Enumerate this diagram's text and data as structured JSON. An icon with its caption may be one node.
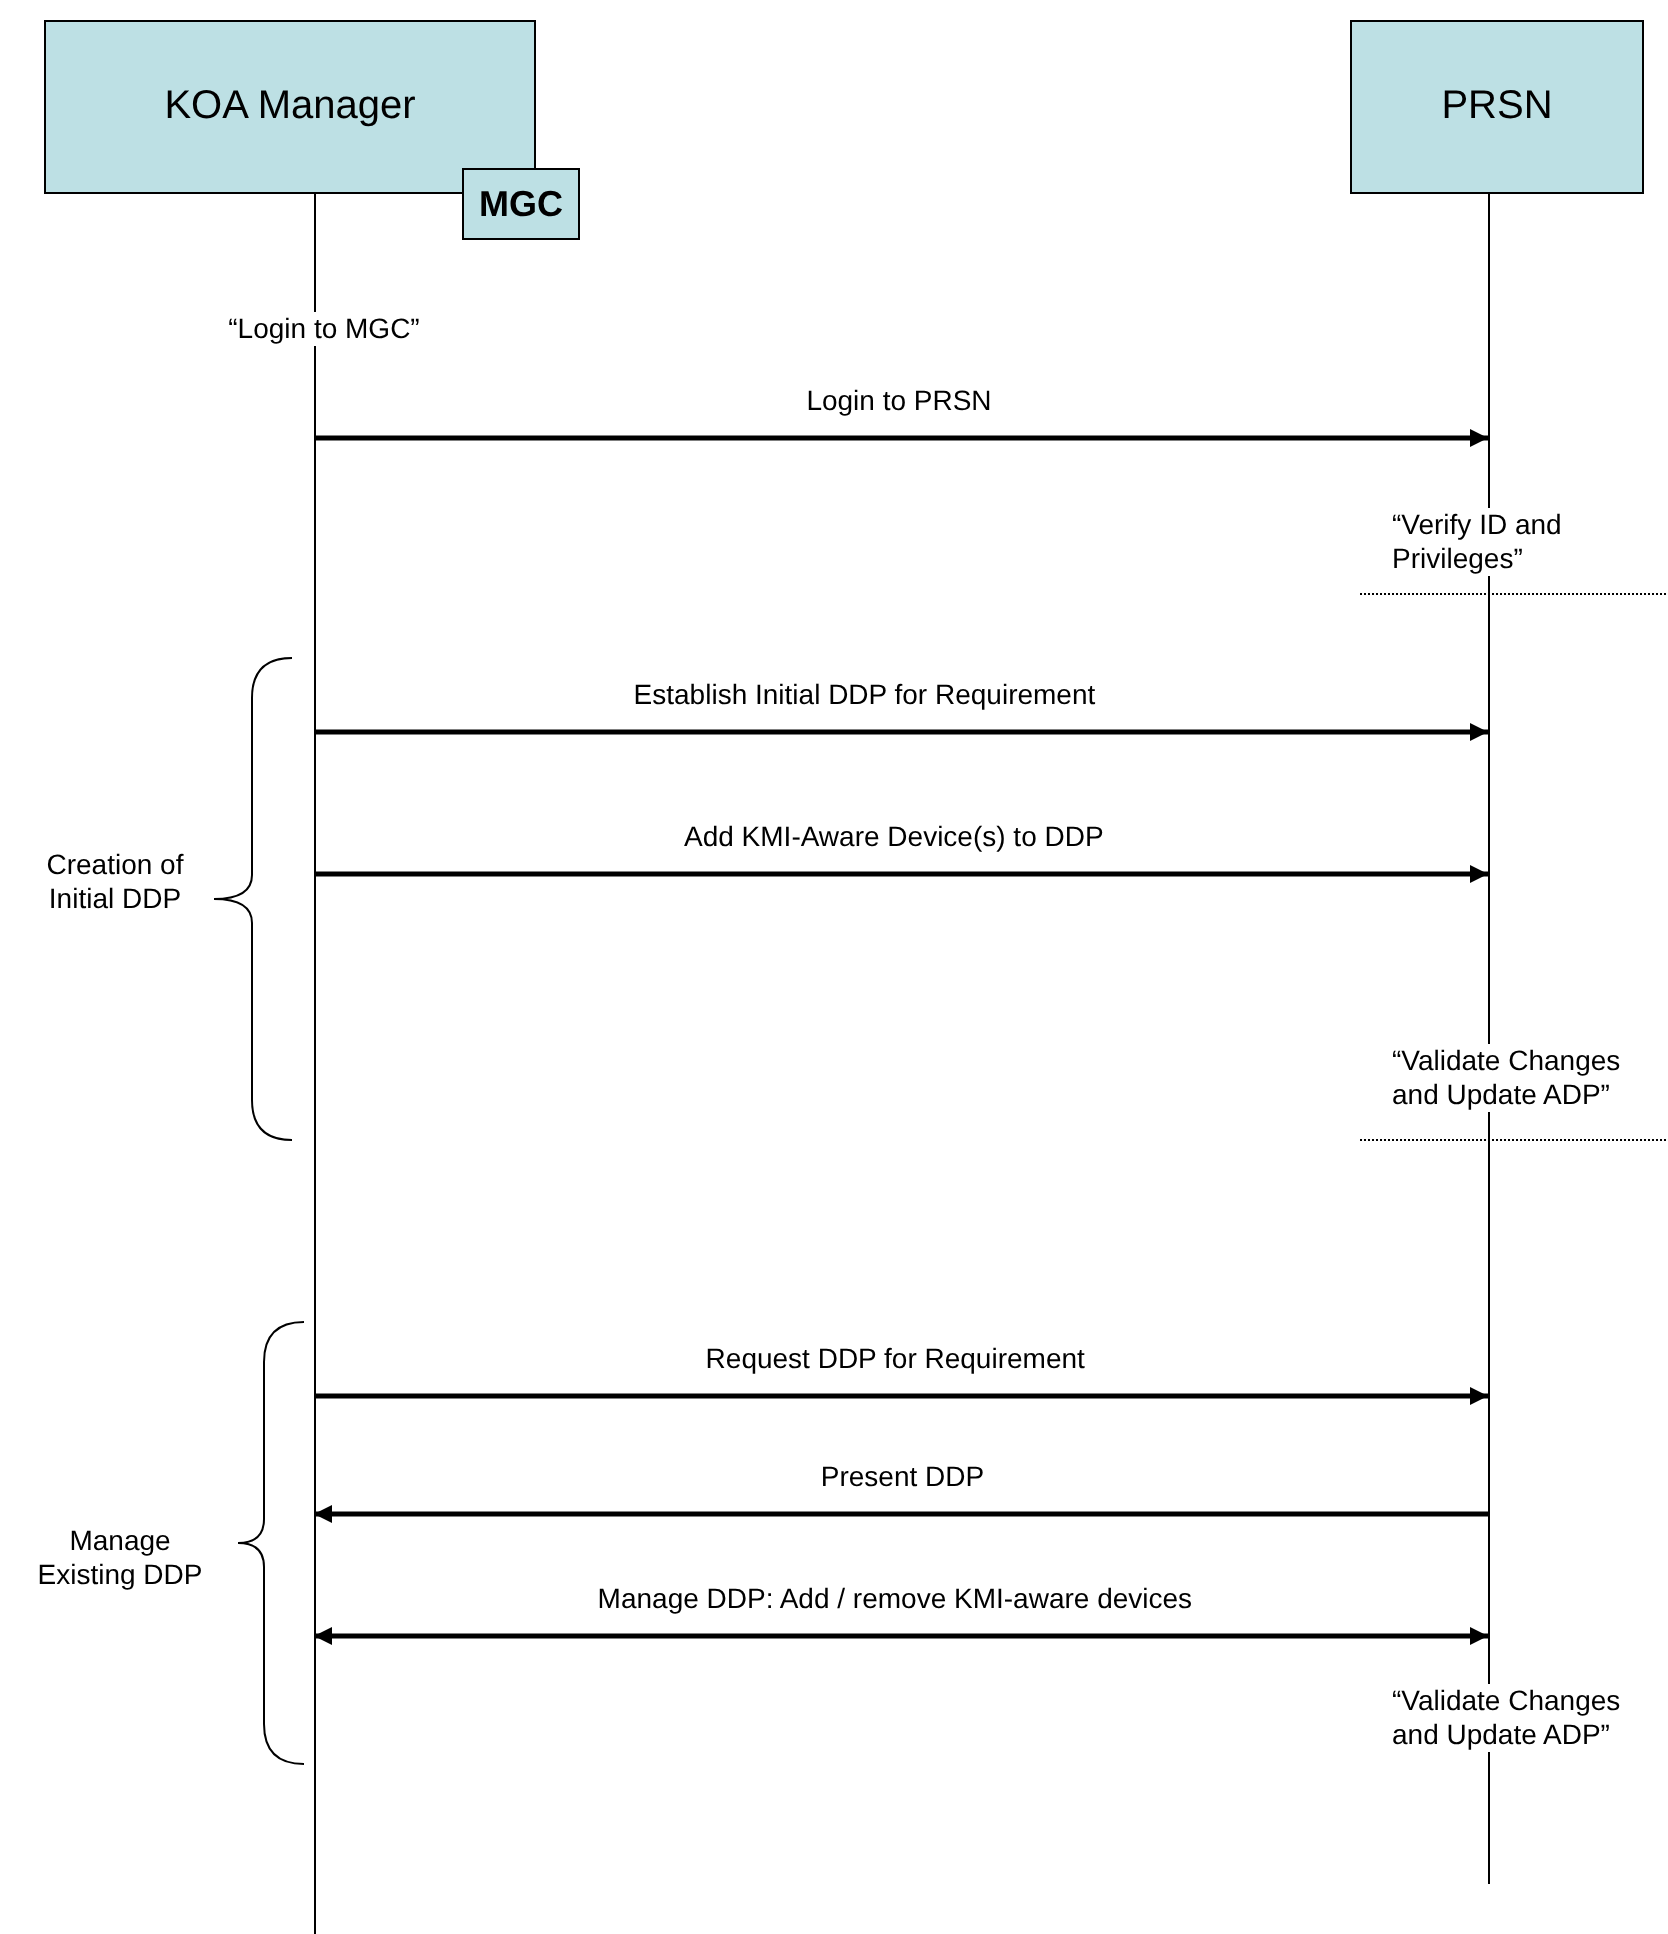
{
  "diagram": {
    "nodes": [
      {
        "text": [
          "KOA Manager"
        ]
      },
      {
        "text": [
          "MGC"
        ]
      },
      {
        "text": [
          "PRSN"
        ]
      }
    ],
    "edges": [
      {
        "from": 0,
        "to": 2,
        "arrow": "to",
        "label": "Login to PRSN"
      },
      {
        "from": 0,
        "to": 2,
        "arrow": "to",
        "label": "Establish Initial DDP for Requirement"
      },
      {
        "from": 0,
        "to": 2,
        "arrow": "to",
        "label": "Add KMI-Aware Device(s) to DDP"
      },
      {
        "from": 0,
        "to": 2,
        "arrow": "to",
        "label": "Request DDP for Requirement"
      },
      {
        "from": 2,
        "to": 0,
        "arrow": "to",
        "label": "Present DDP"
      },
      {
        "from": 0,
        "to": 2,
        "arrow": "both",
        "label": "Manage DDP: Add / remove KMI-aware devices"
      }
    ],
    "labels": [
      "“Login to MGC”",
      "“Verify ID and Privileges”",
      "Creation of Initial DDP",
      "“Validate Changes and Update ADP”",
      "Manage Existing DDP",
      "“Validate Changes and Update ADP”"
    ]
  }
}
